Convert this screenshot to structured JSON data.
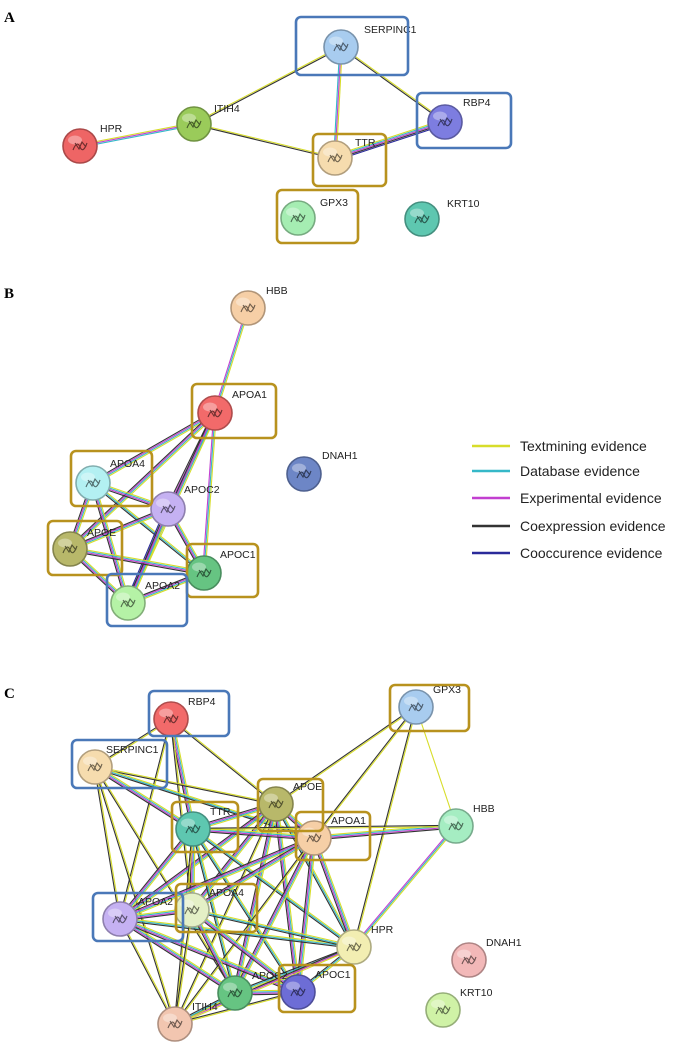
{
  "legend": [
    {
      "label": "Textmining evidence",
      "color": "#d7dd2a"
    },
    {
      "label": "Database evidence",
      "color": "#35b8c8"
    },
    {
      "label": "Experimental evidence",
      "color": "#c23fd0"
    },
    {
      "label": "Coexpression evidence",
      "color": "#333333"
    },
    {
      "label": "Cooccurence evidence",
      "color": "#2a2a9a"
    }
  ],
  "box_colors": {
    "gold": "#b8921e",
    "blue": "#4a78b8"
  },
  "panels": [
    {
      "letter": "A",
      "nodes": [
        {
          "id": "SERPINC1",
          "label": "SERPINC1",
          "color": "#a8ccef",
          "box": "blue"
        },
        {
          "id": "ITIH4",
          "label": "ITIH4",
          "color": "#9acb5a",
          "box": ""
        },
        {
          "id": "HPR",
          "label": "HPR",
          "color": "#ee6565",
          "box": ""
        },
        {
          "id": "TTR",
          "label": "TTR",
          "color": "#f6dcae",
          "box": "gold"
        },
        {
          "id": "RBP4",
          "label": "RBP4",
          "color": "#7d7de0",
          "box": "blue"
        },
        {
          "id": "GPX3",
          "label": "GPX3",
          "color": "#a5edb2",
          "box": "gold"
        },
        {
          "id": "KRT10",
          "label": "KRT10",
          "color": "#5ec7b0",
          "box": ""
        }
      ],
      "edges": [
        {
          "a": "HPR",
          "b": "ITIH4",
          "types": [
            "text",
            "exp",
            "db"
          ]
        },
        {
          "a": "ITIH4",
          "b": "SERPINC1",
          "types": [
            "text",
            "coexp"
          ]
        },
        {
          "a": "ITIH4",
          "b": "TTR",
          "types": [
            "text",
            "coexp"
          ]
        },
        {
          "a": "SERPINC1",
          "b": "TTR",
          "types": [
            "text",
            "exp",
            "db"
          ]
        },
        {
          "a": "SERPINC1",
          "b": "RBP4",
          "types": [
            "text",
            "coexp"
          ]
        },
        {
          "a": "TTR",
          "b": "RBP4",
          "types": [
            "text",
            "db",
            "exp",
            "coexp",
            "cooc"
          ]
        }
      ]
    },
    {
      "letter": "B",
      "nodes": [
        {
          "id": "HBB",
          "label": "HBB",
          "color": "#f6cfa6",
          "box": ""
        },
        {
          "id": "APOA1",
          "label": "APOA1",
          "color": "#f26a6a",
          "box": "gold"
        },
        {
          "id": "DNAH1",
          "label": "DNAH1",
          "color": "#6d86c6",
          "box": ""
        },
        {
          "id": "APOA4",
          "label": "APOA4",
          "color": "#b3f0f2",
          "box": "gold"
        },
        {
          "id": "APOC2",
          "label": "APOC2",
          "color": "#c5b1f2",
          "box": ""
        },
        {
          "id": "APOE",
          "label": "APOE",
          "color": "#b8b86a",
          "box": "gold"
        },
        {
          "id": "APOC1",
          "label": "APOC1",
          "color": "#66c482",
          "box": "gold"
        },
        {
          "id": "APOA2",
          "label": "APOA2",
          "color": "#b5f2a6",
          "box": "blue"
        }
      ],
      "edges": [
        {
          "a": "HBB",
          "b": "APOA1",
          "types": [
            "text",
            "db",
            "exp"
          ]
        },
        {
          "a": "APOA1",
          "b": "APOA4",
          "types": [
            "text",
            "db",
            "exp",
            "coexp"
          ]
        },
        {
          "a": "APOA1",
          "b": "APOC2",
          "types": [
            "text",
            "db",
            "exp",
            "coexp"
          ]
        },
        {
          "a": "APOA1",
          "b": "APOE",
          "types": [
            "text",
            "db",
            "exp",
            "coexp"
          ]
        },
        {
          "a": "APOA1",
          "b": "APOC1",
          "types": [
            "text",
            "db",
            "exp"
          ]
        },
        {
          "a": "APOA1",
          "b": "APOA2",
          "types": [
            "text",
            "db",
            "exp",
            "coexp"
          ]
        },
        {
          "a": "APOA4",
          "b": "APOC2",
          "types": [
            "text",
            "db",
            "exp",
            "coexp"
          ]
        },
        {
          "a": "APOA4",
          "b": "APOE",
          "types": [
            "text",
            "db",
            "exp",
            "coexp"
          ]
        },
        {
          "a": "APOA4",
          "b": "APOA2",
          "types": [
            "text",
            "db",
            "exp",
            "coexp"
          ]
        },
        {
          "a": "APOA4",
          "b": "APOC1",
          "types": [
            "text",
            "db",
            "coexp"
          ]
        },
        {
          "a": "APOC2",
          "b": "APOE",
          "types": [
            "text",
            "db",
            "exp",
            "coexp"
          ]
        },
        {
          "a": "APOC2",
          "b": "APOC1",
          "types": [
            "text",
            "db",
            "exp",
            "coexp"
          ]
        },
        {
          "a": "APOC2",
          "b": "APOA2",
          "types": [
            "text",
            "db",
            "exp",
            "coexp",
            "cooc"
          ]
        },
        {
          "a": "APOE",
          "b": "APOC1",
          "types": [
            "text",
            "db",
            "exp",
            "coexp"
          ]
        },
        {
          "a": "APOE",
          "b": "APOA2",
          "types": [
            "text",
            "db",
            "exp",
            "coexp"
          ]
        },
        {
          "a": "APOC1",
          "b": "APOA2",
          "types": [
            "text",
            "db",
            "exp",
            "coexp"
          ]
        }
      ]
    },
    {
      "letter": "C",
      "nodes": [
        {
          "id": "RBP4",
          "label": "RBP4",
          "color": "#f26a6a",
          "box": "blue"
        },
        {
          "id": "GPX3",
          "label": "GPX3",
          "color": "#a8ccef",
          "box": "gold"
        },
        {
          "id": "SERPINC1",
          "label": "SERPINC1",
          "color": "#f6dcae",
          "box": "blue"
        },
        {
          "id": "APOE",
          "label": "APOE",
          "color": "#b8b86a",
          "box": "gold"
        },
        {
          "id": "TTR",
          "label": "TTR",
          "color": "#5ec7b0",
          "box": "gold"
        },
        {
          "id": "APOA1",
          "label": "APOA1",
          "color": "#f6cfa6",
          "box": "gold"
        },
        {
          "id": "HBB",
          "label": "HBB",
          "color": "#a5edc2",
          "box": ""
        },
        {
          "id": "APOA2",
          "label": "APOA2",
          "color": "#c5b1f2",
          "box": "blue"
        },
        {
          "id": "APOA4",
          "label": "APOA4",
          "color": "#e4f0c6",
          "box": "gold"
        },
        {
          "id": "HPR",
          "label": "HPR",
          "color": "#f2eeb2",
          "box": ""
        },
        {
          "id": "DNAH1",
          "label": "DNAH1",
          "color": "#f2b8b8",
          "box": ""
        },
        {
          "id": "APOC2",
          "label": "APOC2",
          "color": "#66c482",
          "box": ""
        },
        {
          "id": "APOC1",
          "label": "APOC1",
          "color": "#6d6dd6",
          "box": "gold"
        },
        {
          "id": "KRT10",
          "label": "KRT10",
          "color": "#cff2a6",
          "box": ""
        },
        {
          "id": "ITIH4",
          "label": "ITIH4",
          "color": "#f2c6b0",
          "box": ""
        }
      ],
      "edges": [
        {
          "a": "RBP4",
          "b": "SERPINC1",
          "types": [
            "text",
            "coexp"
          ]
        },
        {
          "a": "RBP4",
          "b": "TTR",
          "types": [
            "text",
            "db",
            "exp",
            "coexp"
          ]
        },
        {
          "a": "RBP4",
          "b": "APOE",
          "types": [
            "text",
            "coexp"
          ]
        },
        {
          "a": "RBP4",
          "b": "APOA2",
          "types": [
            "text",
            "coexp"
          ]
        },
        {
          "a": "RBP4",
          "b": "APOA4",
          "types": [
            "text",
            "coexp"
          ]
        },
        {
          "a": "GPX3",
          "b": "APOE",
          "types": [
            "text",
            "coexp"
          ]
        },
        {
          "a": "GPX3",
          "b": "APOA1",
          "types": [
            "text",
            "coexp"
          ]
        },
        {
          "a": "GPX3",
          "b": "HBB",
          "types": [
            "text"
          ]
        },
        {
          "a": "GPX3",
          "b": "HPR",
          "types": [
            "text",
            "coexp"
          ]
        },
        {
          "a": "SERPINC1",
          "b": "TTR",
          "types": [
            "text",
            "db",
            "exp",
            "coexp"
          ]
        },
        {
          "a": "SERPINC1",
          "b": "APOE",
          "types": [
            "text",
            "coexp"
          ]
        },
        {
          "a": "SERPINC1",
          "b": "APOA1",
          "types": [
            "text",
            "db",
            "coexp"
          ]
        },
        {
          "a": "SERPINC1",
          "b": "APOA2",
          "types": [
            "text",
            "coexp"
          ]
        },
        {
          "a": "SERPINC1",
          "b": "APOC2",
          "types": [
            "text",
            "coexp"
          ]
        },
        {
          "a": "SERPINC1",
          "b": "ITIH4",
          "types": [
            "text",
            "coexp"
          ]
        },
        {
          "a": "APOE",
          "b": "TTR",
          "types": [
            "text",
            "db",
            "exp",
            "coexp"
          ]
        },
        {
          "a": "APOE",
          "b": "APOA1",
          "types": [
            "text",
            "db",
            "exp",
            "coexp"
          ]
        },
        {
          "a": "APOE",
          "b": "APOA2",
          "types": [
            "text",
            "db",
            "exp",
            "coexp"
          ]
        },
        {
          "a": "APOE",
          "b": "APOA4",
          "types": [
            "text",
            "db",
            "exp",
            "coexp"
          ]
        },
        {
          "a": "APOE",
          "b": "APOC2",
          "types": [
            "text",
            "db",
            "exp",
            "coexp"
          ]
        },
        {
          "a": "APOE",
          "b": "APOC1",
          "types": [
            "text",
            "db",
            "exp",
            "coexp"
          ]
        },
        {
          "a": "APOE",
          "b": "HPR",
          "types": [
            "text",
            "db",
            "coexp"
          ]
        },
        {
          "a": "APOE",
          "b": "ITIH4",
          "types": [
            "text",
            "coexp"
          ]
        },
        {
          "a": "TTR",
          "b": "APOA1",
          "types": [
            "text",
            "db",
            "exp",
            "coexp"
          ]
        },
        {
          "a": "TTR",
          "b": "APOA2",
          "types": [
            "text",
            "db",
            "exp",
            "coexp"
          ]
        },
        {
          "a": "TTR",
          "b": "APOA4",
          "types": [
            "text",
            "db",
            "exp",
            "coexp"
          ]
        },
        {
          "a": "TTR",
          "b": "APOC2",
          "types": [
            "text",
            "db",
            "coexp"
          ]
        },
        {
          "a": "TTR",
          "b": "APOC1",
          "types": [
            "text",
            "db",
            "coexp"
          ]
        },
        {
          "a": "TTR",
          "b": "HPR",
          "types": [
            "text",
            "db",
            "coexp"
          ]
        },
        {
          "a": "TTR",
          "b": "ITIH4",
          "types": [
            "text",
            "coexp"
          ]
        },
        {
          "a": "APOA1",
          "b": "HBB",
          "types": [
            "text",
            "db",
            "exp",
            "coexp"
          ]
        },
        {
          "a": "APOA1",
          "b": "APOA2",
          "types": [
            "text",
            "db",
            "exp",
            "coexp"
          ]
        },
        {
          "a": "APOA1",
          "b": "APOA4",
          "types": [
            "text",
            "db",
            "exp",
            "coexp"
          ]
        },
        {
          "a": "APOA1",
          "b": "APOC2",
          "types": [
            "text",
            "db",
            "exp",
            "coexp"
          ]
        },
        {
          "a": "APOA1",
          "b": "APOC1",
          "types": [
            "text",
            "db",
            "exp",
            "coexp"
          ]
        },
        {
          "a": "APOA1",
          "b": "HPR",
          "types": [
            "text",
            "db",
            "exp",
            "coexp"
          ]
        },
        {
          "a": "APOA1",
          "b": "ITIH4",
          "types": [
            "text",
            "coexp"
          ]
        },
        {
          "a": "HBB",
          "b": "HPR",
          "types": [
            "text",
            "db",
            "exp"
          ]
        },
        {
          "a": "HBB",
          "b": "TTR",
          "types": [
            "text",
            "coexp"
          ]
        },
        {
          "a": "APOA2",
          "b": "APOA4",
          "types": [
            "text",
            "db",
            "exp",
            "coexp"
          ]
        },
        {
          "a": "APOA2",
          "b": "APOC2",
          "types": [
            "text",
            "db",
            "exp",
            "coexp"
          ]
        },
        {
          "a": "APOA2",
          "b": "APOC1",
          "types": [
            "text",
            "db",
            "exp",
            "coexp"
          ]
        },
        {
          "a": "APOA2",
          "b": "HPR",
          "types": [
            "text",
            "db",
            "coexp"
          ]
        },
        {
          "a": "APOA2",
          "b": "ITIH4",
          "types": [
            "text",
            "coexp"
          ]
        },
        {
          "a": "APOA4",
          "b": "APOC2",
          "types": [
            "text",
            "db",
            "exp",
            "coexp"
          ]
        },
        {
          "a": "APOA4",
          "b": "APOC1",
          "types": [
            "text",
            "db",
            "exp",
            "coexp"
          ]
        },
        {
          "a": "APOA4",
          "b": "HPR",
          "types": [
            "text",
            "db",
            "coexp"
          ]
        },
        {
          "a": "APOA4",
          "b": "ITIH4",
          "types": [
            "text",
            "coexp"
          ]
        },
        {
          "a": "HPR",
          "b": "APOC2",
          "types": [
            "text",
            "db",
            "coexp"
          ]
        },
        {
          "a": "HPR",
          "b": "APOC1",
          "types": [
            "text",
            "db",
            "coexp"
          ]
        },
        {
          "a": "HPR",
          "b": "ITIH4",
          "types": [
            "text",
            "exp",
            "coexp"
          ]
        },
        {
          "a": "APOC2",
          "b": "APOC1",
          "types": [
            "text",
            "db",
            "exp",
            "coexp"
          ]
        },
        {
          "a": "APOC2",
          "b": "ITIH4",
          "types": [
            "text",
            "db",
            "coexp"
          ]
        },
        {
          "a": "APOC1",
          "b": "ITIH4",
          "types": [
            "text",
            "coexp"
          ]
        }
      ]
    }
  ]
}
